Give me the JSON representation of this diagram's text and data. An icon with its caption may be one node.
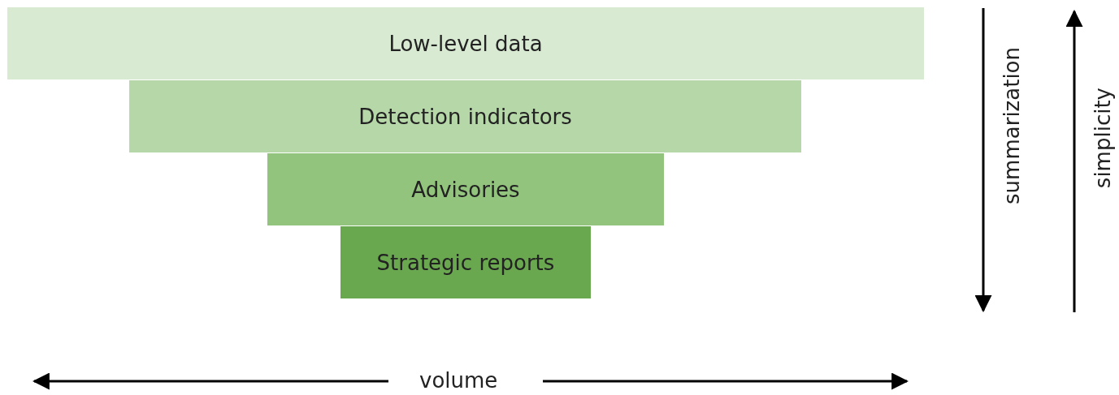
{
  "diagram": {
    "nodes": [
      {
        "text": [
          "Low-level data"
        ]
      },
      {
        "text": [
          "Detection indicators"
        ]
      },
      {
        "text": [
          "Advisories"
        ]
      },
      {
        "text": [
          "Strategic reports"
        ]
      }
    ],
    "labels": [
      "summarization",
      "simplicity",
      "volume"
    ]
  }
}
